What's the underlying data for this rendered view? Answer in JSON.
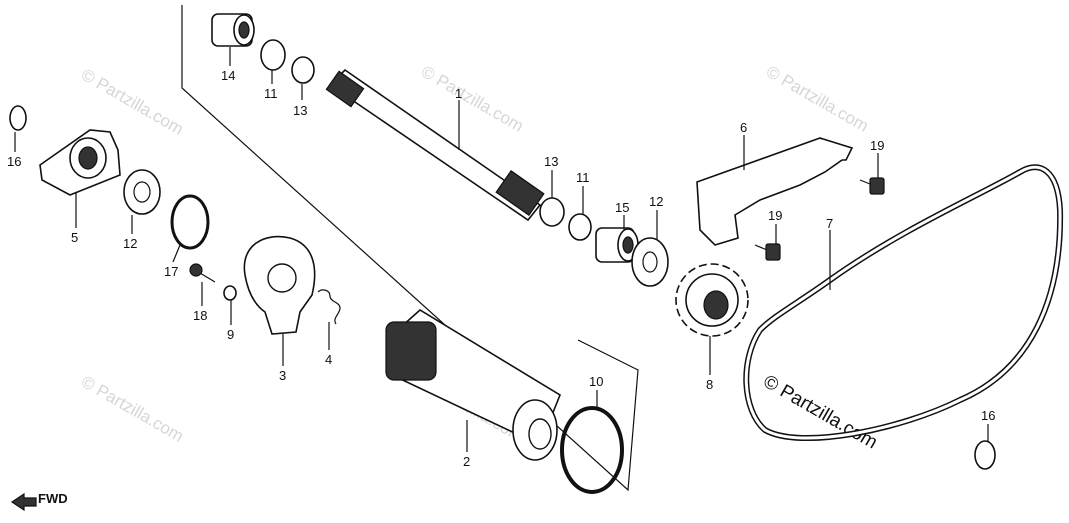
{
  "watermark": {
    "text": "© Partzilla.com"
  },
  "direction_label": "FWD",
  "callouts": [
    {
      "id": "c14a",
      "num": "14"
    },
    {
      "id": "c11a",
      "num": "11"
    },
    {
      "id": "c13a",
      "num": "13"
    },
    {
      "id": "c16a",
      "num": "16"
    },
    {
      "id": "c5",
      "num": "5"
    },
    {
      "id": "c12a",
      "num": "12"
    },
    {
      "id": "c17",
      "num": "17"
    },
    {
      "id": "c1",
      "num": "1"
    },
    {
      "id": "c13b",
      "num": "13"
    },
    {
      "id": "c11b",
      "num": "11"
    },
    {
      "id": "c15",
      "num": "15"
    },
    {
      "id": "c12b",
      "num": "12"
    },
    {
      "id": "c6",
      "num": "6"
    },
    {
      "id": "c19a",
      "num": "19"
    },
    {
      "id": "c19b",
      "num": "19"
    },
    {
      "id": "c7",
      "num": "7"
    },
    {
      "id": "c18",
      "num": "18"
    },
    {
      "id": "c9",
      "num": "9"
    },
    {
      "id": "c3",
      "num": "3"
    },
    {
      "id": "c4",
      "num": "4"
    },
    {
      "id": "c8",
      "num": "8"
    },
    {
      "id": "c10",
      "num": "10"
    },
    {
      "id": "c2",
      "num": "2"
    },
    {
      "id": "c16b",
      "num": "16"
    }
  ]
}
